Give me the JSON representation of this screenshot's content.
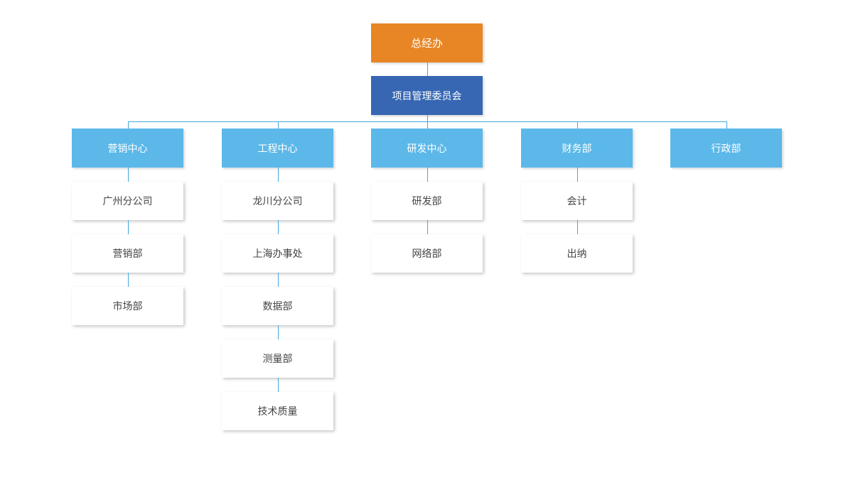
{
  "colors": {
    "top": "#e88524",
    "committee": "#3767b3",
    "department": "#5bb8e9",
    "connector": "#46a6e0",
    "sub_text": "#444444"
  },
  "org": {
    "top": "总经办",
    "committee": "项目管理委员会",
    "departments": [
      {
        "name": "营销中心",
        "children": [
          "广州分公司",
          "营销部",
          "市场部"
        ]
      },
      {
        "name": "工程中心",
        "children": [
          "龙川分公司",
          "上海办事处",
          "数据部",
          "测量部",
          "技术质量"
        ]
      },
      {
        "name": "研发中心",
        "children": [
          "研发部",
          "网络部"
        ]
      },
      {
        "name": "财务部",
        "children": [
          "会计",
          "出纳"
        ]
      },
      {
        "name": "行政部",
        "children": []
      }
    ]
  }
}
